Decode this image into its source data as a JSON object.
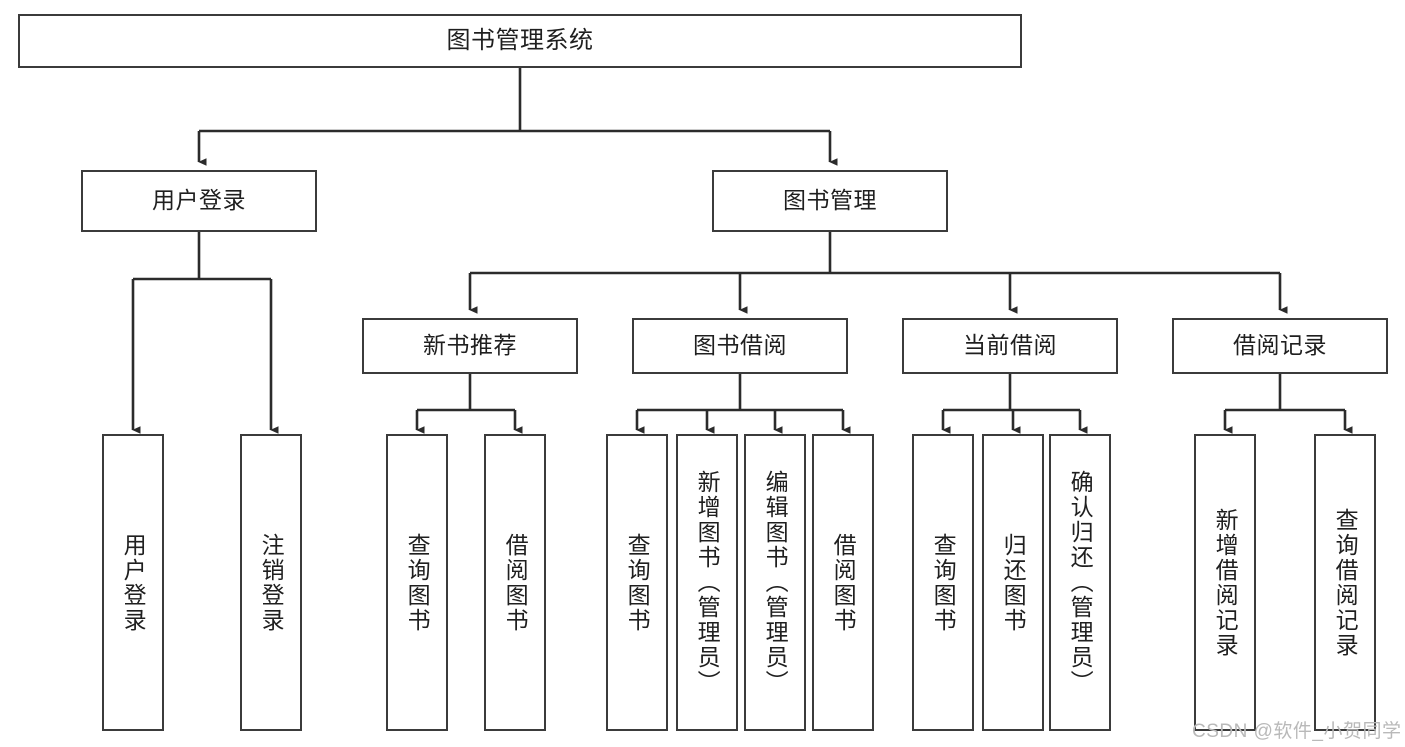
{
  "diagram": {
    "title": "图书管理系统",
    "type": "tree-hierarchy",
    "orientation": "top-down",
    "colors": {
      "box_border": "#3b3b3b",
      "box_fill": "#ffffff",
      "connector": "#2b2b2b",
      "text": "#1f1f1f",
      "watermark": "#b9b9b9"
    },
    "root": {
      "label": "图书管理系统"
    },
    "level2": [
      {
        "label": "用户登录"
      },
      {
        "label": "图书管理"
      }
    ],
    "level3": [
      {
        "label": "新书推荐"
      },
      {
        "label": "图书借阅"
      },
      {
        "label": "当前借阅"
      },
      {
        "label": "借阅记录"
      }
    ],
    "leaves": {
      "user_login": [
        {
          "label": "用户登录"
        },
        {
          "label": "注销登录"
        }
      ],
      "new_book_recommend": [
        {
          "label": "查询图书"
        },
        {
          "label": "借阅图书"
        }
      ],
      "book_borrow": [
        {
          "label": "查询图书"
        },
        {
          "label": "新增图书（管理员）"
        },
        {
          "label": "编辑图书（管理员）"
        },
        {
          "label": "借阅图书"
        }
      ],
      "current_borrow": [
        {
          "label": "查询图书"
        },
        {
          "label": "归还图书"
        },
        {
          "label": "确认归还（管理员）"
        }
      ],
      "borrow_records": [
        {
          "label": "新增借阅记录"
        },
        {
          "label": "查询借阅记录"
        }
      ]
    }
  },
  "watermark": {
    "text": "CSDN @软件_小贺同学"
  }
}
